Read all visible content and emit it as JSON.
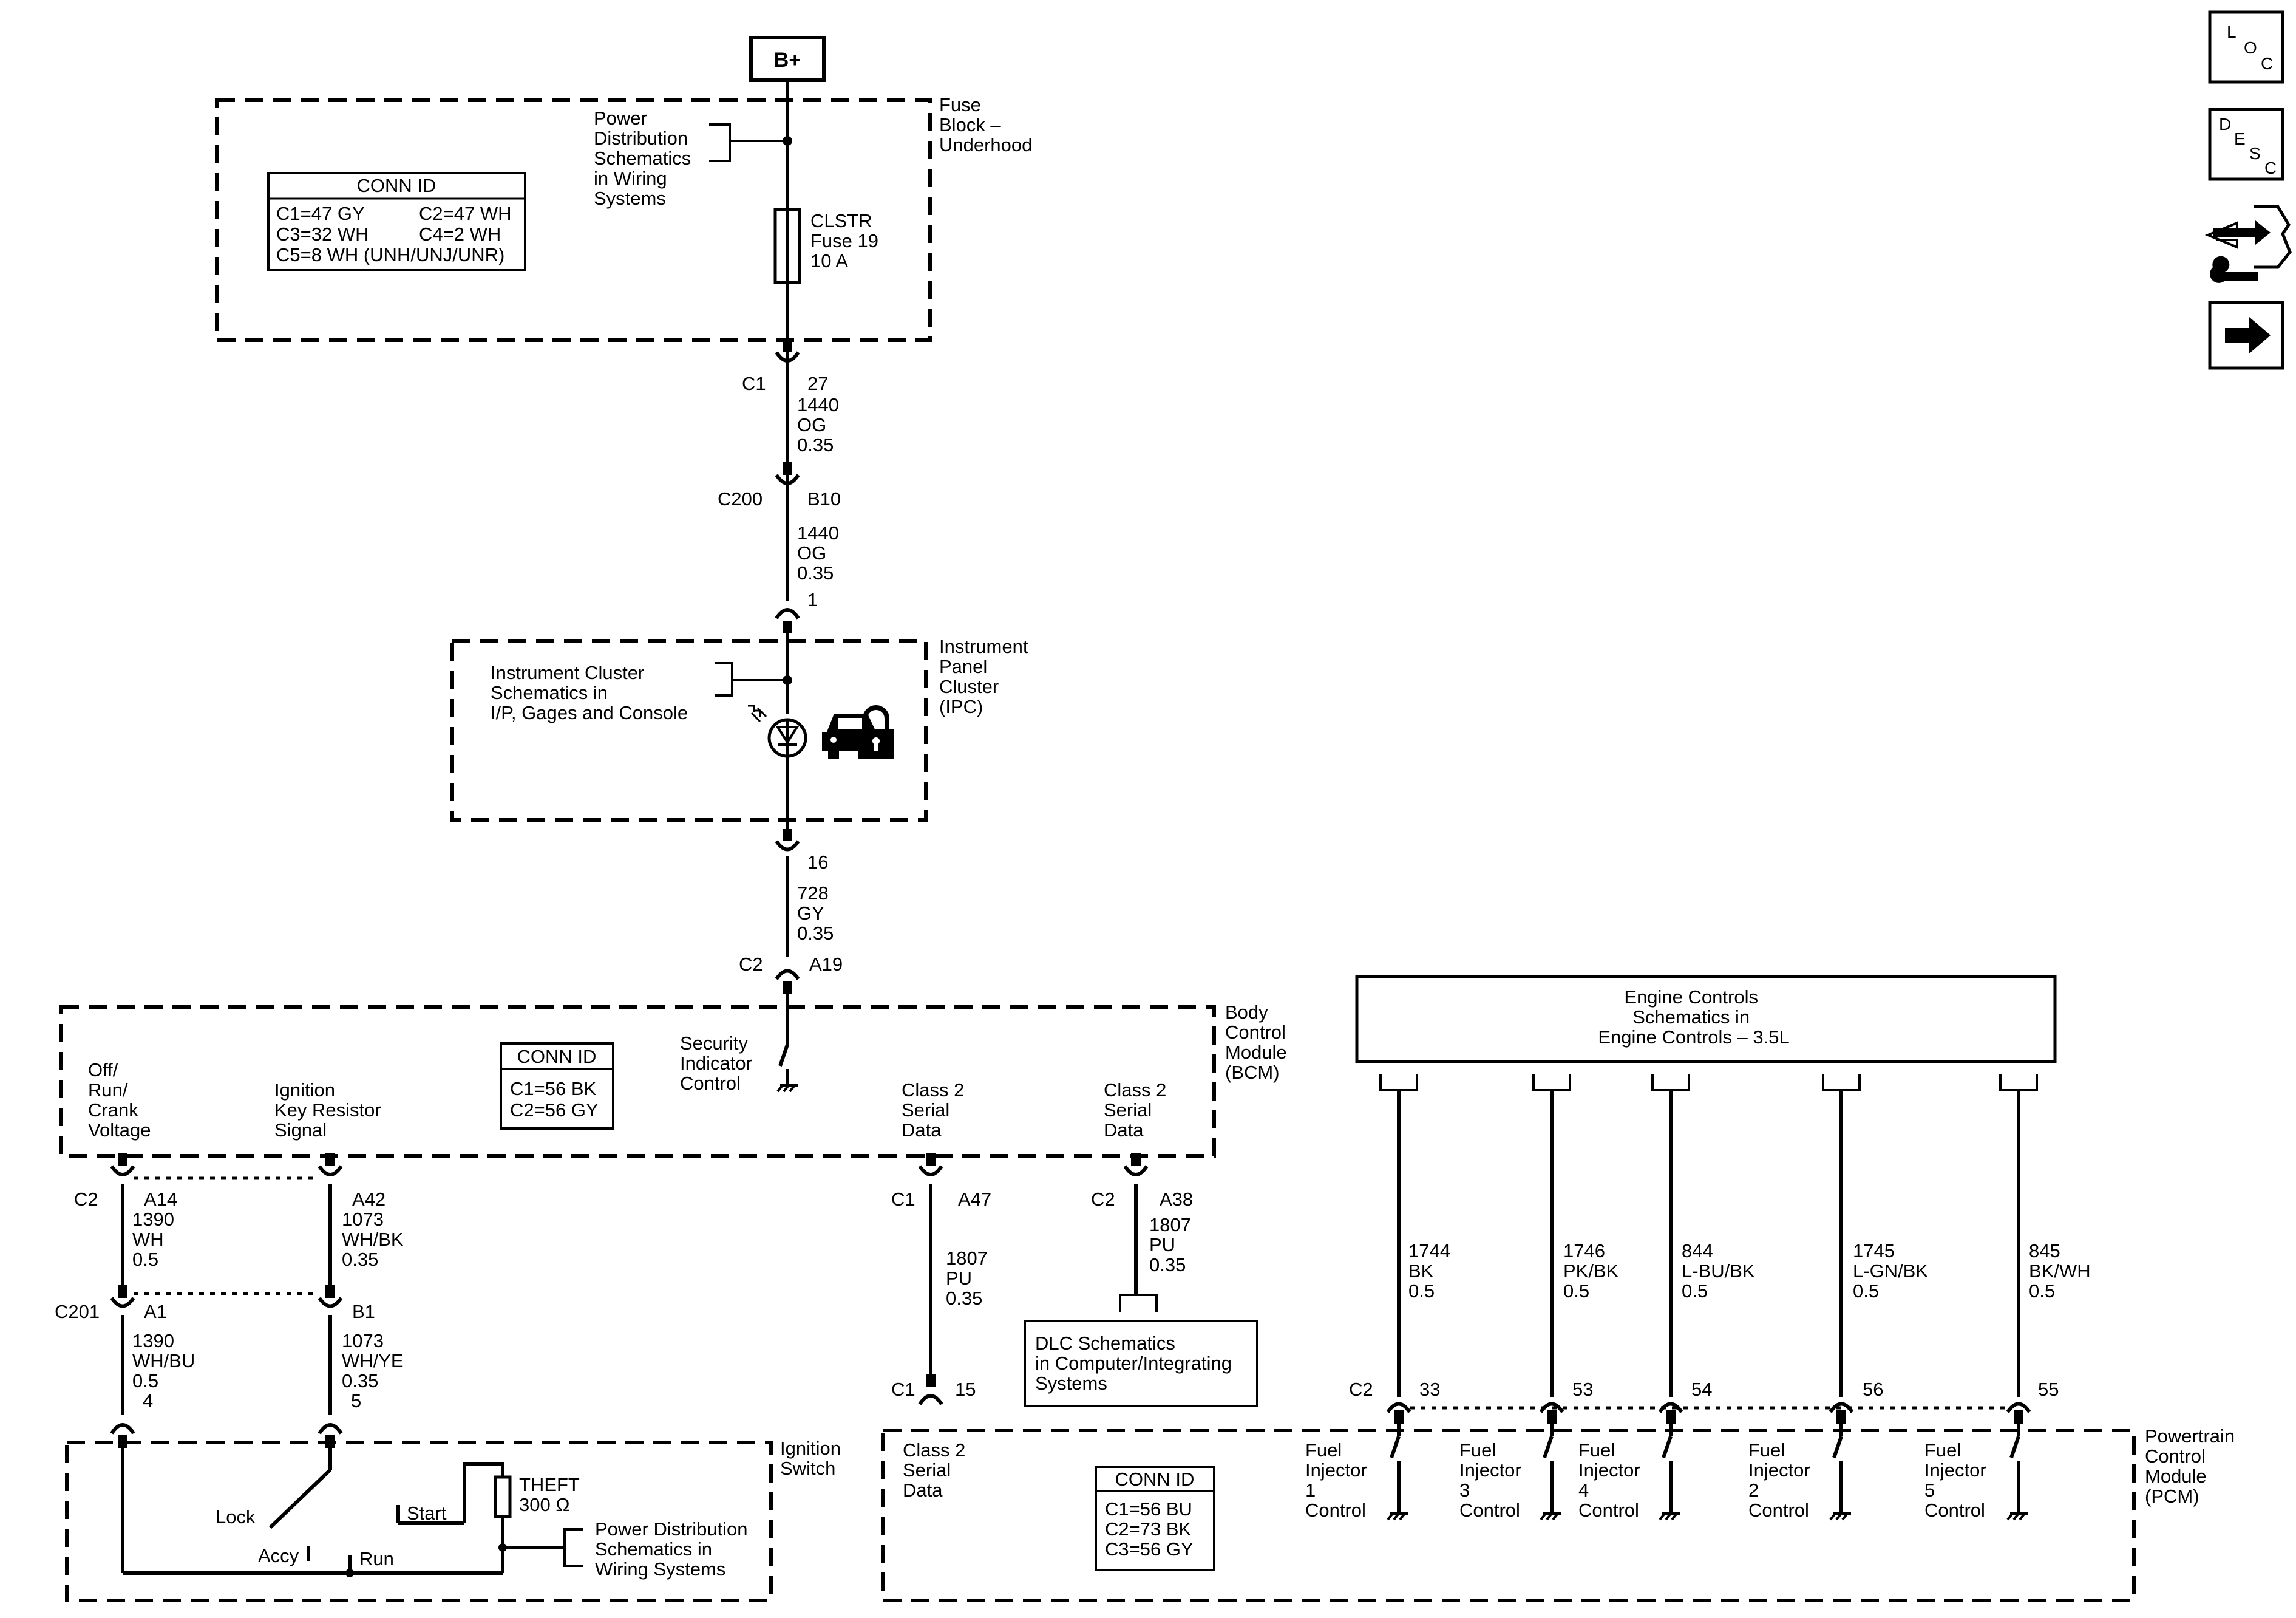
{
  "power_source": "B+",
  "fuse_block": {
    "title": [
      "Fuse",
      "Block –",
      "Underhood"
    ],
    "power_dist_ref": [
      "Power",
      "Distribution",
      "Schematics",
      "in Wiring",
      "Systems"
    ],
    "conn_id": {
      "title": "CONN ID",
      "rows": [
        [
          "C1=47 GY",
          "C2=47 WH"
        ],
        [
          "C3=32 WH",
          "C4=2 WH"
        ],
        [
          "C5=8 WH (UNH/UNJ/UNR)"
        ]
      ]
    },
    "fuse": [
      "CLSTR",
      "Fuse 19",
      "10 A"
    ]
  },
  "wire_c1": {
    "connector": "C1",
    "pin": "27",
    "circuit": "1440",
    "color": "OG",
    "gauge": "0.35"
  },
  "wire_c200": {
    "connector": "C200",
    "pin": "B10",
    "circuit": "1440",
    "color": "OG",
    "gauge": "0.35"
  },
  "ipc": {
    "pin_in": "1",
    "title": [
      "Instrument",
      "Panel",
      "Cluster",
      "(IPC)"
    ],
    "ref": [
      "Instrument Cluster",
      "Schematics in",
      "I/P, Gages and Console"
    ],
    "pin_out": "16"
  },
  "wire_ipc_out": {
    "circuit": "728",
    "color": "GY",
    "gauge": "0.35",
    "connector": "C2",
    "pin": "A19"
  },
  "bcm": {
    "title": [
      "Body",
      "Control",
      "Module",
      "(BCM)"
    ],
    "conn_id": {
      "title": "CONN ID",
      "rows": [
        "C1=56 BK",
        "C2=56 GY"
      ]
    },
    "security": [
      "Security",
      "Indicator",
      "Control"
    ],
    "off_run": [
      "Off/",
      "Run/",
      "Crank",
      "Voltage"
    ],
    "ign_key": [
      "Ignition",
      "Key Resistor",
      "Signal"
    ],
    "class2_a": [
      "Class 2",
      "Serial",
      "Data"
    ],
    "class2_b": [
      "Class 2",
      "Serial",
      "Data"
    ]
  },
  "wire_a14": {
    "connector": "C2",
    "pin": "A14",
    "circuit": "1390",
    "color": "WH",
    "gauge": "0.5"
  },
  "wire_a42": {
    "pin": "A42",
    "circuit": "1073",
    "color": "WH/BK",
    "gauge": "0.35"
  },
  "wire_a1": {
    "connector": "C201",
    "pin": "A1",
    "circuit": "1390",
    "color": "WH/BU",
    "gauge": "0.5",
    "pin_sw": "4"
  },
  "wire_b1": {
    "pin": "B1",
    "circuit": "1073",
    "color": "WH/YE",
    "gauge": "0.35",
    "pin_sw": "5"
  },
  "wire_a47": {
    "connector": "C1",
    "pin": "A47",
    "circuit": "1807",
    "color": "PU",
    "gauge": "0.35",
    "pcm_connector": "C1",
    "pcm_pin": "15"
  },
  "wire_a38": {
    "connector": "C2",
    "pin": "A38",
    "circuit": "1807",
    "color": "PU",
    "gauge": "0.35"
  },
  "dlc_ref": [
    "DLC Schematics",
    "in Computer/Integrating",
    "Systems"
  ],
  "ign_switch": {
    "title": [
      "Ignition",
      "Switch"
    ],
    "lock": "Lock",
    "start": "Start",
    "accy": "Accy",
    "run": "Run",
    "theft": [
      "THEFT",
      "300 Ω"
    ],
    "power_ref": [
      "Power Distribution",
      "Schematics in",
      "Wiring Systems"
    ]
  },
  "engine_ref": [
    "Engine Controls",
    "Schematics in",
    "Engine Controls – 3.5L"
  ],
  "injector_wires": [
    {
      "circuit": "1744",
      "color": "BK",
      "gauge": "0.5",
      "pin": "33",
      "label": [
        "Fuel",
        "Injector",
        "1",
        "Control"
      ]
    },
    {
      "circuit": "1746",
      "color": "PK/BK",
      "gauge": "0.5",
      "pin": "53",
      "label": [
        "Fuel",
        "Injector",
        "3",
        "Control"
      ]
    },
    {
      "circuit": "844",
      "color": "L-BU/BK",
      "gauge": "0.5",
      "pin": "54",
      "label": [
        "Fuel",
        "Injector",
        "4",
        "Control"
      ]
    },
    {
      "circuit": "1745",
      "color": "L-GN/BK",
      "gauge": "0.5",
      "pin": "56",
      "label": [
        "Fuel",
        "Injector",
        "2",
        "Control"
      ]
    },
    {
      "circuit": "845",
      "color": "BK/WH",
      "gauge": "0.5",
      "pin": "55",
      "label": [
        "Fuel",
        "Injector",
        "5",
        "Control"
      ]
    }
  ],
  "pcm": {
    "connector": "C2",
    "title": [
      "Powertrain",
      "Control",
      "Module",
      "(PCM)"
    ],
    "class2": [
      "Class 2",
      "Serial",
      "Data"
    ],
    "conn_id": {
      "title": "CONN ID",
      "rows": [
        "C1=56 BU",
        "C2=73 BK",
        "C3=56 GY"
      ]
    }
  },
  "nav": {
    "loc": [
      "L",
      "O",
      "C"
    ],
    "desc": [
      "D",
      "E",
      "S",
      "C"
    ],
    "icons": [
      "connector-repair-icon",
      "next-arrow-icon"
    ]
  }
}
